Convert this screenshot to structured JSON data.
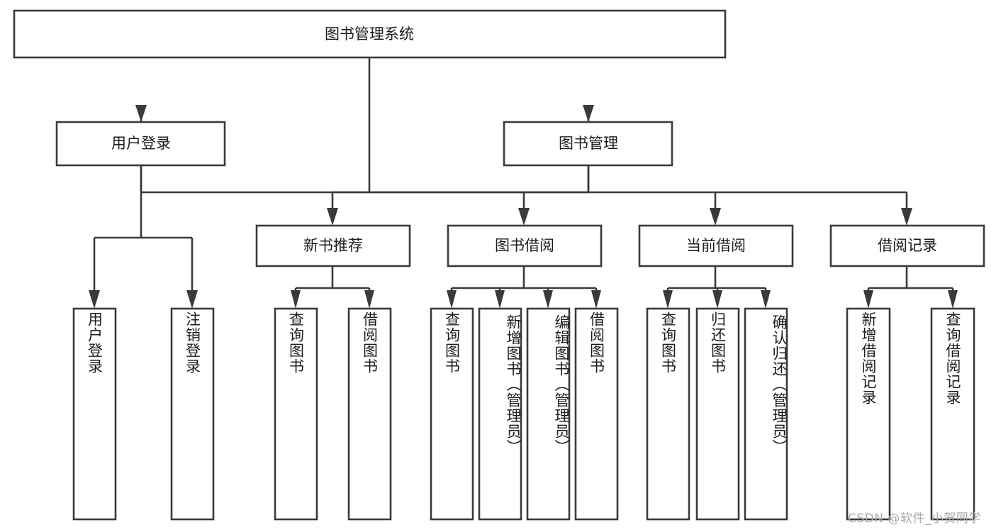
{
  "diagram": {
    "type": "tree-hierarchy",
    "title": "图书管理系统",
    "root": {
      "id": "root",
      "label": "图书管理系统",
      "orientation": "horizontal"
    },
    "level2": [
      {
        "id": "user-login",
        "label": "用户登录",
        "orientation": "horizontal"
      },
      {
        "id": "book-manage",
        "label": "图书管理",
        "orientation": "horizontal"
      }
    ],
    "level3": [
      {
        "id": "new-book-recommend",
        "label": "新书推荐",
        "orientation": "horizontal",
        "parent": "book-manage"
      },
      {
        "id": "book-borrow",
        "label": "图书借阅",
        "orientation": "horizontal",
        "parent": "book-manage"
      },
      {
        "id": "current-borrow",
        "label": "当前借阅",
        "orientation": "horizontal",
        "parent": "book-manage"
      },
      {
        "id": "borrow-record",
        "label": "借阅记录",
        "orientation": "horizontal",
        "parent": "book-manage"
      }
    ],
    "leaves": [
      {
        "id": "leaf-user-login",
        "label": "用户登录",
        "orientation": "vertical",
        "parent": "user-login"
      },
      {
        "id": "leaf-logout",
        "label": "注销登录",
        "orientation": "vertical",
        "parent": "user-login"
      },
      {
        "id": "leaf-query-book-1",
        "label": "查询图书",
        "orientation": "vertical",
        "parent": "new-book-recommend"
      },
      {
        "id": "leaf-borrow-book-1",
        "label": "借阅图书",
        "orientation": "vertical",
        "parent": "new-book-recommend"
      },
      {
        "id": "leaf-query-book-2",
        "label": "查询图书",
        "orientation": "vertical",
        "parent": "book-borrow"
      },
      {
        "id": "leaf-add-book",
        "label": "新增图书（管理员）",
        "orientation": "vertical",
        "parent": "book-borrow"
      },
      {
        "id": "leaf-edit-book",
        "label": "编辑图书（管理员）",
        "orientation": "vertical",
        "parent": "book-borrow"
      },
      {
        "id": "leaf-borrow-book-2",
        "label": "借阅图书",
        "orientation": "vertical",
        "parent": "book-borrow"
      },
      {
        "id": "leaf-query-book-3",
        "label": "查询图书",
        "orientation": "vertical",
        "parent": "current-borrow"
      },
      {
        "id": "leaf-return-book",
        "label": "归还图书",
        "orientation": "vertical",
        "parent": "current-borrow"
      },
      {
        "id": "leaf-confirm-return",
        "label": "确认归还（管理员）",
        "orientation": "vertical",
        "parent": "current-borrow"
      },
      {
        "id": "leaf-add-record",
        "label": "新增借阅记录",
        "orientation": "vertical",
        "parent": "borrow-record"
      },
      {
        "id": "leaf-query-record",
        "label": "查询借阅记录",
        "orientation": "vertical",
        "parent": "borrow-record"
      }
    ]
  },
  "watermark": {
    "text": "CSDN @软件_小贺同学"
  },
  "colors": {
    "stroke": "#3a3a3a",
    "fill": "#ffffff",
    "text": "#1c1c1c",
    "watermark": "#a8a8a8"
  }
}
